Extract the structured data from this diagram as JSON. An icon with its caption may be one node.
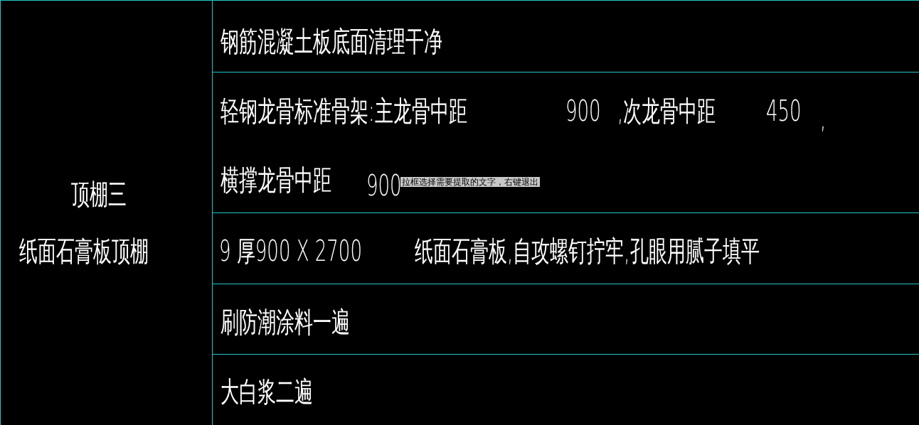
{
  "diagram": {
    "labels": [
      "顶棚三",
      "纸面石膏板顶棚",
      "钢筋混凝土板底面清理干净",
      "轻钢龙骨标准骨架:主龙骨中距",
      "900",
      ",次龙骨中距",
      "450",
      ",",
      "横撑龙骨中距",
      "900",
      "拉框选择需要提取的文字，右键退出",
      "9 厚900 X 2700",
      "纸面石膏板,自攻螺钉拧牢,孔眼用腻子填平",
      "刷防潮涂料一遍",
      "大白浆二遍"
    ]
  }
}
